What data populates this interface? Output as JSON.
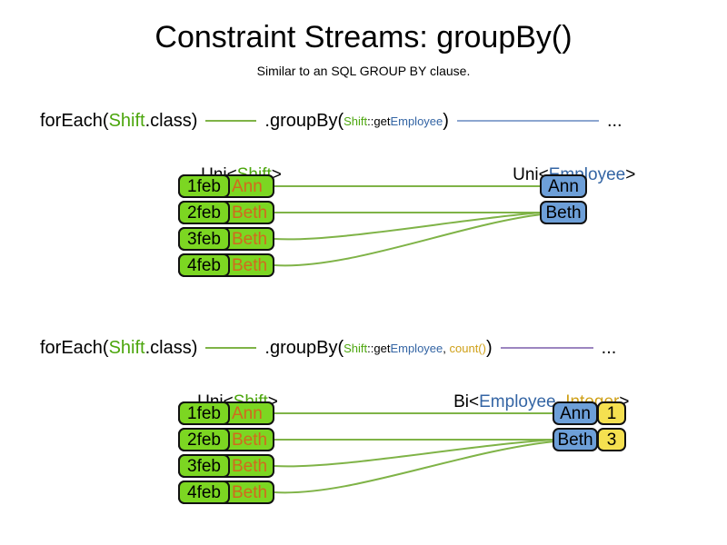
{
  "title": "Constraint Streams: groupBy()",
  "subtitle": "Similar to an SQL GROUP BY clause.",
  "colors": {
    "type_green": "#4ca60d",
    "type_blue": "#3465a4",
    "type_gold": "#cfa017",
    "employee_orange": "#d2691e",
    "shift_box_fill": "#7cd622",
    "employee_box_fill": "#6d9fd8",
    "count_box_fill": "#f5e050",
    "wire_green": "#7fb347",
    "wire_blue": "#8ca6d0",
    "wire_purple": "#9c85c0"
  },
  "section1": {
    "code": {
      "foreach": "forEach(",
      "type": "Shift",
      "class_close": ".class)",
      "groupby": ".groupBy(",
      "arg_type": "Shift",
      "arg_method": "::get",
      "arg_result": "Employee",
      "paren_close": ")",
      "ellipsis": "..."
    },
    "left_label": {
      "prefix": "Uni<",
      "type": "Shift",
      "suffix": ">"
    },
    "right_label": {
      "prefix": "Uni<",
      "type": "Employee",
      "suffix": ">"
    },
    "table": [
      {
        "date": "1feb",
        "employee": "Ann"
      },
      {
        "date": "2feb",
        "employee": "Beth"
      },
      {
        "date": "3feb",
        "employee": "Beth"
      },
      {
        "date": "4feb",
        "employee": "Beth"
      }
    ],
    "groups": [
      {
        "employee": "Ann"
      },
      {
        "employee": "Beth"
      }
    ]
  },
  "section2": {
    "code": {
      "foreach": "forEach(",
      "type": "Shift",
      "class_close": ".class)",
      "groupby": ".groupBy(",
      "arg_type": "Shift",
      "arg_method": "::get",
      "arg_result": "Employee",
      "comma": ", ",
      "collector": "count()",
      "paren_close": ")",
      "ellipsis": "..."
    },
    "left_label": {
      "prefix": "Uni<",
      "type": "Shift",
      "suffix": ">"
    },
    "right_label": {
      "prefix": "Bi<",
      "type1": "Employee",
      "comma": ", ",
      "type2": "Integer",
      "suffix": ">"
    },
    "table": [
      {
        "date": "1feb",
        "employee": "Ann"
      },
      {
        "date": "2feb",
        "employee": "Beth"
      },
      {
        "date": "3feb",
        "employee": "Beth"
      },
      {
        "date": "4feb",
        "employee": "Beth"
      }
    ],
    "groups": [
      {
        "employee": "Ann",
        "count": "1"
      },
      {
        "employee": "Beth",
        "count": "3"
      }
    ]
  }
}
